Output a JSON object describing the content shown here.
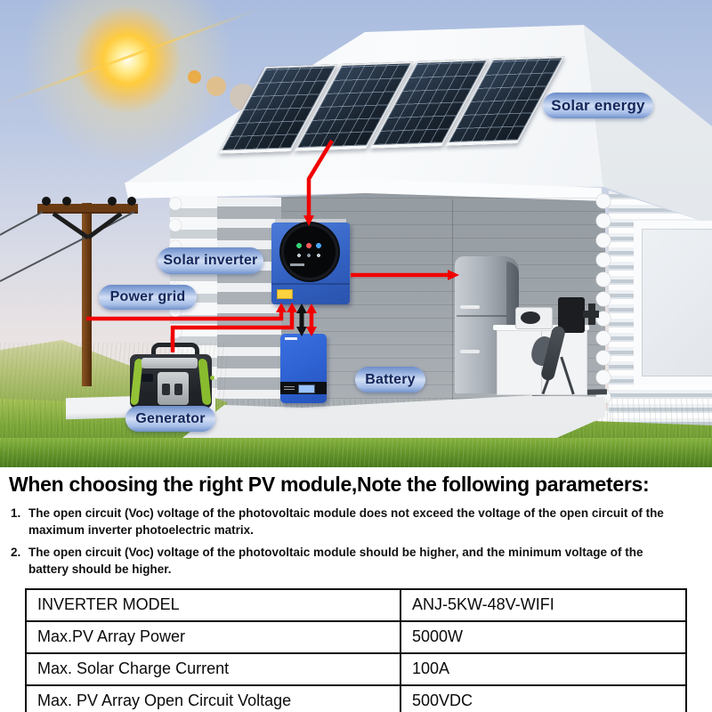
{
  "scene": {
    "labels": {
      "solar_energy": "Solar energy",
      "solar_inverter": "Solar inverter",
      "power_grid": "Power grid",
      "battery": "Battery",
      "generator": "Generator"
    },
    "colors": {
      "wire_red": "#f10000",
      "wire_black": "#111111",
      "label_pill_blue": "#a9c0e8",
      "label_text": "#14265a",
      "inverter_blue": "#3261c2",
      "battery_blue": "#2e63d4",
      "generator_green": "#93c236"
    }
  },
  "info": {
    "heading": "When choosing the right PV module,Note the following parameters:",
    "notes": [
      {
        "num": "1.",
        "text": "The open circuit (Voc) voltage of the photovoltaic module does not exceed the voltage of the open circuit of the maximum inverter photoelectric matrix."
      },
      {
        "num": "2.",
        "text": "The open circuit (Voc) voltage of the photovoltaic module should be higher, and the minimum voltage of the battery should be higher."
      }
    ],
    "table": {
      "rows": [
        {
          "label": "INVERTER MODEL",
          "value": "ANJ-5KW-48V-WIFI"
        },
        {
          "label": "Max.PV Array Power",
          "value": "5000W"
        },
        {
          "label": "Max. Solar Charge Current",
          "value": "100A"
        },
        {
          "label": "Max. PV Array Open Circuit Voltage",
          "value": "500VDC"
        }
      ]
    }
  }
}
